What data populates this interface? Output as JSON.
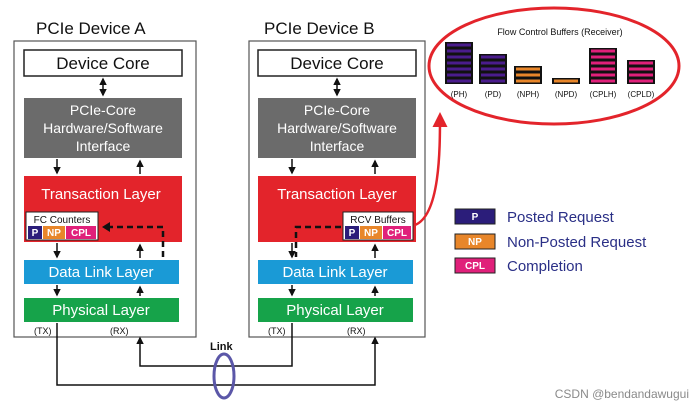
{
  "devices": [
    {
      "title": "PCIe Device A",
      "core": "Device Core",
      "interface": [
        "PCIe-Core",
        "Hardware/Software",
        "Interface"
      ],
      "transaction": "Transaction Layer",
      "counter_label": "FC Counters",
      "datalink": "Data Link Layer",
      "physical": "Physical Layer",
      "tx": "(TX)",
      "rx": "(RX)"
    },
    {
      "title": "PCIe Device B",
      "core": "Device Core",
      "interface": [
        "PCIe-Core",
        "Hardware/Software",
        "Interface"
      ],
      "transaction": "Transaction Layer",
      "counter_label": "RCV Buffers",
      "datalink": "Data Link Layer",
      "physical": "Physical Layer",
      "tx": "(TX)",
      "rx": "(RX)"
    }
  ],
  "badges": {
    "p": "P",
    "np": "NP",
    "cpl": "CPL"
  },
  "link_label": "Link",
  "flow_control": {
    "title": "Flow Control Buffers (Receiver)",
    "buffers": [
      {
        "label": "(PH)",
        "slots": 7,
        "color": "#4a1c8c"
      },
      {
        "label": "(PD)",
        "slots": 5,
        "color": "#4a1c8c"
      },
      {
        "label": "(NPH)",
        "slots": 3,
        "color": "#e8862a"
      },
      {
        "label": "(NPD)",
        "slots": 1,
        "color": "#e8862a"
      },
      {
        "label": "(CPLH)",
        "slots": 6,
        "color": "#e0207a"
      },
      {
        "label": "(CPLD)",
        "slots": 4,
        "color": "#e0207a"
      }
    ]
  },
  "legend": [
    {
      "badge": "P",
      "text": "Posted Request",
      "color": "#2b1d7a"
    },
    {
      "badge": "NP",
      "text": "Non-Posted Request",
      "color": "#e8862a"
    },
    {
      "badge": "CPL",
      "text": "Completion",
      "color": "#e0207a"
    }
  ],
  "colors": {
    "interface": "#6b6b6b",
    "transaction": "#e3242b",
    "datalink": "#1a9ad6",
    "physical": "#16a34a",
    "p_badge": "#2b1d7a",
    "np_badge": "#e8862a",
    "cpl_badge": "#e0207a",
    "callout": "#e3242b",
    "link_ring": "#5b57a8"
  },
  "watermark": "CSDN @bendandawugui"
}
